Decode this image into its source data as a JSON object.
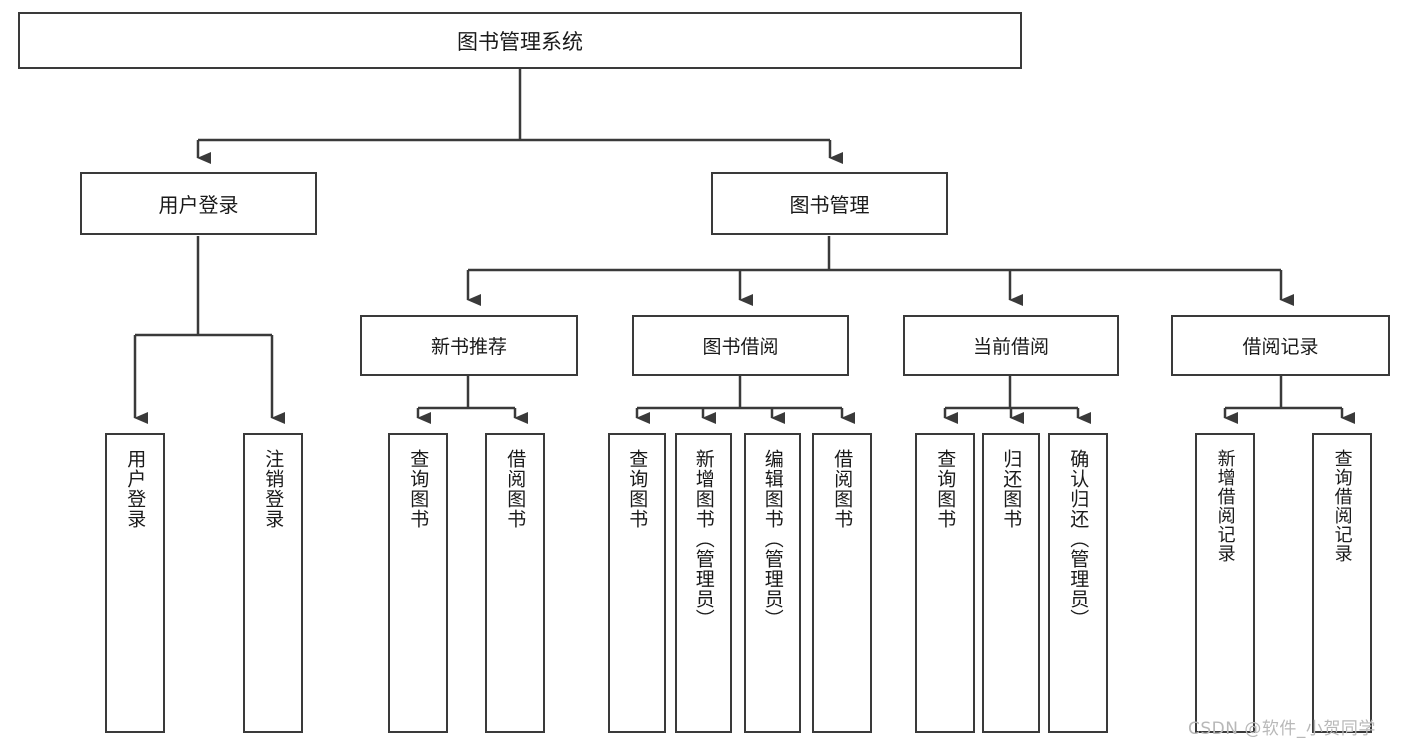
{
  "diagram": {
    "type": "hierarchy-tree",
    "title": "图书管理系统",
    "root": {
      "label": "图书管理系统"
    },
    "level2": [
      {
        "label": "用户登录"
      },
      {
        "label": "图书管理"
      }
    ],
    "level3": [
      {
        "label": "新书推荐"
      },
      {
        "label": "图书借阅"
      },
      {
        "label": "当前借阅"
      },
      {
        "label": "借阅记录"
      }
    ],
    "leaves": {
      "user_login": [
        {
          "label": "用户登录"
        },
        {
          "label": "注销登录"
        }
      ],
      "new_book": [
        {
          "label": "查询图书"
        },
        {
          "label": "借阅图书"
        }
      ],
      "book_borrow": [
        {
          "label": "查询图书"
        },
        {
          "label": "新增图书（管理员）"
        },
        {
          "label": "编辑图书（管理员）"
        },
        {
          "label": "借阅图书"
        }
      ],
      "current_borrow": [
        {
          "label": "查询图书"
        },
        {
          "label": "归还图书"
        },
        {
          "label": "确认归还（管理员）"
        }
      ],
      "borrow_record": [
        {
          "label": "新增借阅记录"
        },
        {
          "label": "查询借阅记录"
        }
      ]
    }
  },
  "watermark": {
    "text": "CSDN @软件_小贺同学"
  },
  "colors": {
    "box_border": "#3a3a3a",
    "line": "#3a3a3a",
    "background": "#ffffff",
    "text": "#1a1a1a",
    "watermark": "#b8b8b8"
  }
}
